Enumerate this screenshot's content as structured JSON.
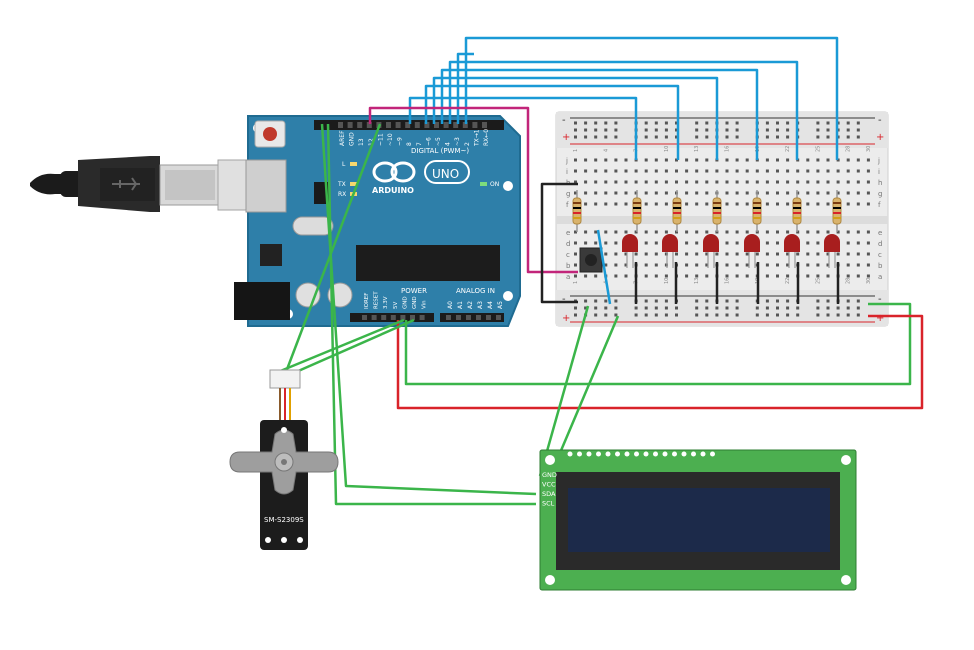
{
  "arduino": {
    "brand": "ARDUINO",
    "model": "UNO",
    "digital_header": "DIGITAL (PWM~)",
    "power_header": "POWER",
    "analog_header": "ANALOG IN",
    "led_l": "L",
    "led_tx": "TX",
    "led_rx": "RX",
    "led_on": "ON",
    "top_pins": [
      "AREF",
      "GND",
      "13",
      "12",
      "~11",
      "~10",
      "~9",
      "8",
      "7",
      "~6",
      "~5",
      "4",
      "~3",
      "2",
      "TX→1",
      "RX←0"
    ],
    "power_pins": [
      "IOREF",
      "RESET",
      "3.3V",
      "5V",
      "GND",
      "GND",
      "Vin"
    ],
    "analog_pins": [
      "A0",
      "A1",
      "A2",
      "A3",
      "A4",
      "A5"
    ]
  },
  "breadboard": {
    "row_letters_top": [
      "j",
      "i",
      "h",
      "g",
      "f"
    ],
    "row_letters_bottom": [
      "e",
      "d",
      "c",
      "b",
      "a"
    ],
    "column_numbers": [
      "1",
      "4",
      "7",
      "10",
      "13",
      "16",
      "19",
      "22",
      "25",
      "28",
      "30"
    ],
    "rail_minus": "-",
    "rail_plus": "+"
  },
  "servo": {
    "model": "SM-S2309S"
  },
  "lcd": {
    "pins": [
      "GND",
      "VCC",
      "SDA",
      "SCL"
    ]
  },
  "colors": {
    "arduino_board": "#2e7fa9",
    "wire_blue": "#1a9ad6",
    "wire_green": "#3bb54a",
    "wire_red": "#d9232a",
    "wire_magenta": "#c2257a",
    "wire_black": "#222222",
    "led_red": "#a81e1e",
    "lcd_board": "#4caf50",
    "lcd_screen": "#1c2a4a"
  }
}
